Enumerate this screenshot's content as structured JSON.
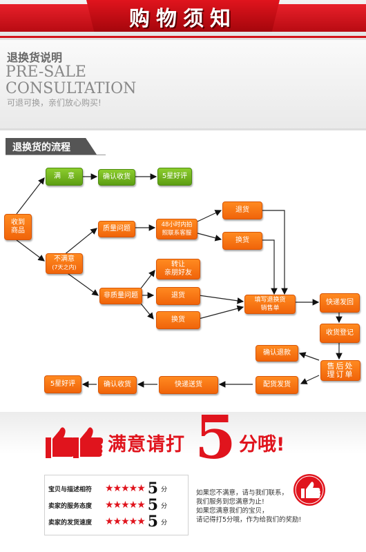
{
  "header": {
    "title": "购物须知"
  },
  "intro": {
    "title": "退换货说明",
    "en_line1": "PRE-SALE",
    "en_line2": "CONSULTATION",
    "subtitle": "可退可换，亲们放心购买!"
  },
  "section": {
    "label": "退换货的流程"
  },
  "flow": {
    "receive": "收到商品",
    "satisfied": "满　意",
    "confirm_top": "确认收货",
    "five_star_top": "5星好评",
    "unsatisfied_line1": "不满意",
    "unsatisfied_line2": "(7天之内)",
    "quality": "质量问题",
    "contact_line1": "48小时内拍",
    "contact_line2": "照联系客服",
    "return_top": "退货",
    "exchange_top": "换货",
    "non_quality": "非质量问题",
    "gift_line1": "转让",
    "gift_line2": "亲朋好友",
    "return_mid": "退货",
    "exchange_mid": "换货",
    "form_line1": "填写退换货",
    "form_line2": "销售单",
    "express_back": "快递发回",
    "register": "收货登记",
    "after_sale_line1": "售后处",
    "after_sale_line2": "理订单",
    "refund": "确认退款",
    "reship": "配货发货",
    "express_send": "快递送货",
    "confirm_bottom": "确认收货",
    "five_star_bottom": "5星好评"
  },
  "promo": {
    "headline": "满意请打",
    "big_number": "5",
    "suffix": "分哦!"
  },
  "ratings": [
    {
      "label": "宝贝与描述相符",
      "stars": "★★★★★",
      "score": "5",
      "unit": "分"
    },
    {
      "label": "卖家的服务态度",
      "stars": "★★★★★",
      "score": "5",
      "unit": "分"
    },
    {
      "label": "卖家的发货速度",
      "stars": "★★★★★",
      "score": "5",
      "unit": "分"
    }
  ],
  "note": {
    "line1": "如果您不满意，请与我们联系，",
    "line2": "我们服务到您满意为止!",
    "line3": "如果您满意我们的宝贝，",
    "line4": "请记得打5分哦，作为给我们的奖励!"
  },
  "colors": {
    "red": "#e0141d",
    "green": "#6fb31c",
    "orange": "#f5720f"
  }
}
